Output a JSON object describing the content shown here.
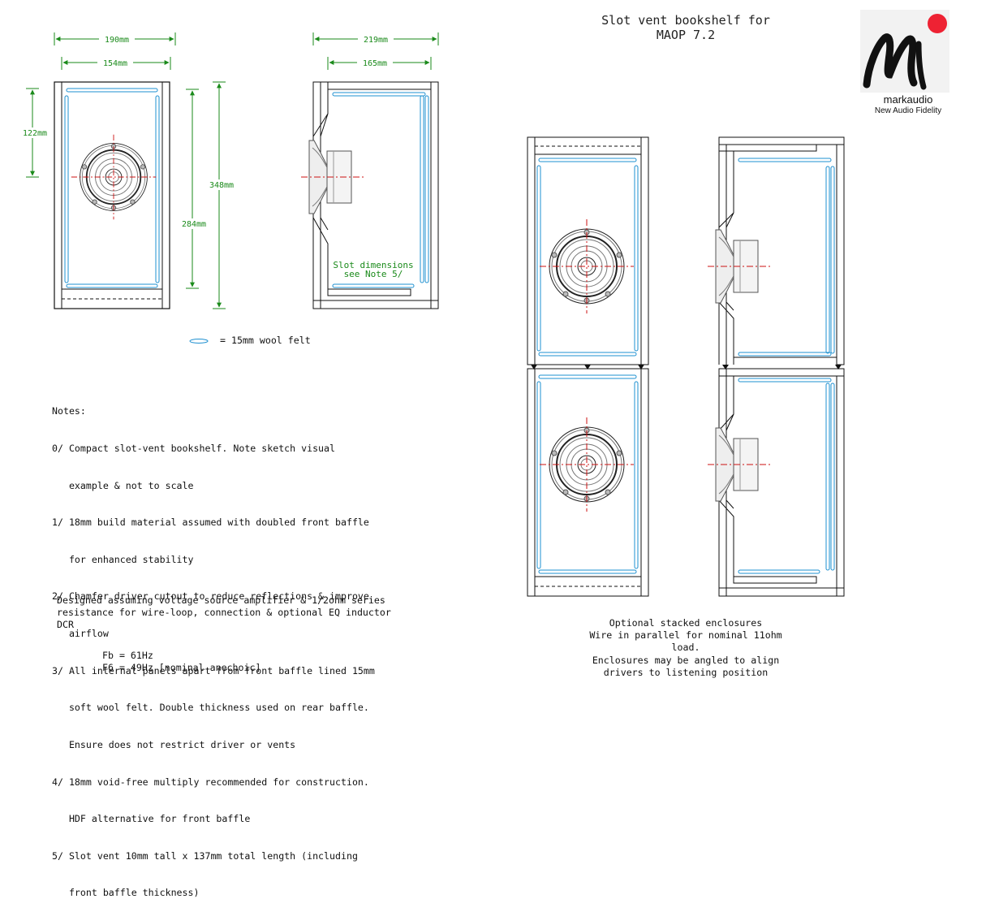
{
  "title": {
    "line1": "Slot vent bookshelf for",
    "line2": "MAOP 7.2"
  },
  "logo": {
    "brand": "markaudio",
    "tagline": "New Audio Fidelity"
  },
  "dimensions": {
    "outer_width": "190mm",
    "inner_width": "154mm",
    "outer_depth": "219mm",
    "inner_depth": "165mm",
    "driver_height": "122mm",
    "inner_height": "284mm",
    "outer_height": "348mm"
  },
  "slot_note": {
    "line1": "Slot dimensions",
    "line2": "see Note 5/"
  },
  "legend": {
    "label": "= 15mm wool felt"
  },
  "notes": [
    "Notes:",
    "0/ Compact slot-vent bookshelf. Note sketch visual",
    "   example & not to scale",
    "1/ 18mm build material assumed with doubled front baffle",
    "   for enhanced stability",
    "2/ Chamfer driver cutout to reduce reflections & improve",
    "   airflow",
    "3/ All internal panels apart from front baffle lined 15mm",
    "   soft wool felt. Double thickness used on rear baffle.",
    "   Ensure does not restrict driver or vents",
    "4/ 18mm void-free multiply recommended for construction.",
    "   HDF alternative for front baffle",
    "5/ Slot vent 10mm tall x 137mm total length (including",
    "   front baffle thickness)"
  ],
  "design": {
    "line1": "Designed assuming voltage source amplifier & 1/2ohm series",
    "line2": "resistance for wire-loop, connection & optional EQ inductor",
    "line3": "DCR",
    "fb": "Fb = 61Hz",
    "f6": "F6 = 49Hz [nominal anechoic]"
  },
  "stacked_note": [
    "Optional stacked enclosures",
    "Wire in parallel for nominal 11ohm",
    "load.",
    "Enclosures may be angled to align",
    "drivers to listening position"
  ],
  "colors": {
    "dimension": "#1a8a1a",
    "felt": "#1e90d0",
    "centerline": "#cc1111",
    "outline": "#111111",
    "logo_dot": "#ee2233"
  }
}
